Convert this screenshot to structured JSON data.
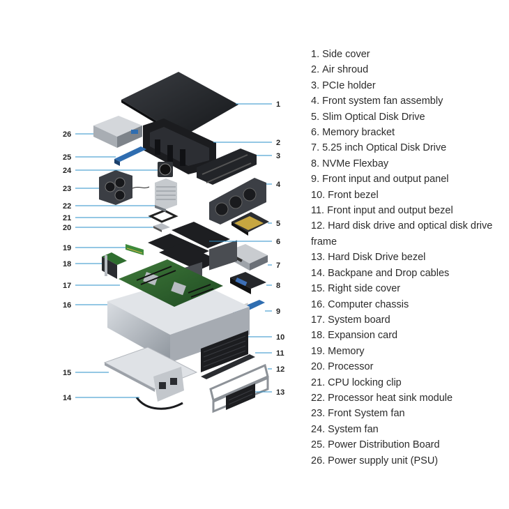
{
  "callouts": [
    "1",
    "2",
    "3",
    "4",
    "5",
    "6",
    "7",
    "8",
    "9",
    "10",
    "11",
    "12",
    "13",
    "14",
    "15",
    "16",
    "17",
    "18",
    "19",
    "20",
    "21",
    "22",
    "23",
    "24",
    "25",
    "26"
  ],
  "legend": [
    {
      "num": "1.",
      "label": "Side cover"
    },
    {
      "num": "2.",
      "label": "Air shroud"
    },
    {
      "num": "3.",
      "label": "PCIe holder"
    },
    {
      "num": "4.",
      "label": "Front system fan assembly"
    },
    {
      "num": "5.",
      "label": "Slim Optical Disk Drive"
    },
    {
      "num": "6.",
      "label": "Memory bracket"
    },
    {
      "num": "7.",
      "label": "5.25 inch Optical Disk Drive"
    },
    {
      "num": "8.",
      "label": "NVMe Flexbay"
    },
    {
      "num": "9.",
      "label": "Front input and output panel"
    },
    {
      "num": "10.",
      "label": "Front bezel"
    },
    {
      "num": "11.",
      "label": "Front input and output bezel"
    },
    {
      "num": "12.",
      "label": "Hard disk drive and optical disk drive frame"
    },
    {
      "num": "13.",
      "label": "Hard Disk Drive bezel"
    },
    {
      "num": "14.",
      "label": "Backpane and Drop cables"
    },
    {
      "num": "15.",
      "label": "Right side cover"
    },
    {
      "num": "16.",
      "label": "Computer chassis"
    },
    {
      "num": "17.",
      "label": "System board"
    },
    {
      "num": "18.",
      "label": "Expansion card"
    },
    {
      "num": "19.",
      "label": "Memory"
    },
    {
      "num": "20.",
      "label": "Processor"
    },
    {
      "num": "21.",
      "label": "CPU locking clip"
    },
    {
      "num": "22.",
      "label": "Processor heat sink module"
    },
    {
      "num": "23.",
      "label": "Front System fan"
    },
    {
      "num": "24.",
      "label": "System fan"
    },
    {
      "num": "25.",
      "label": "Power Distribution Board"
    },
    {
      "num": "26.",
      "label": "Power supply unit (PSU)"
    }
  ]
}
